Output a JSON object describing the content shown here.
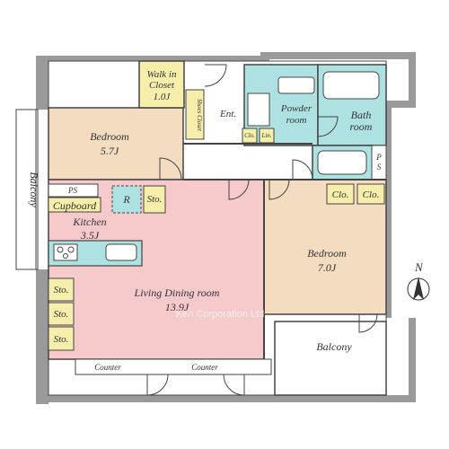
{
  "rooms": {
    "walk_in_closet": {
      "name_line1": "Walk in",
      "name_line2": "Closet",
      "size": "1.0J"
    },
    "shoes_closet": {
      "name": "Shoes Closet"
    },
    "entrance": {
      "name": "Ent."
    },
    "powder_room": {
      "name_line1": "Powder",
      "name_line2": "room"
    },
    "bath_room": {
      "name_line1": "Bath",
      "name_line2": "room"
    },
    "clo_small_1": {
      "name": "Clo."
    },
    "clo_small_2": {
      "name": "Lin."
    },
    "ps_right": {
      "line1": "P",
      "line2": "S"
    },
    "bedroom_1": {
      "name": "Bedroom",
      "size": "5.7J"
    },
    "balcony_left": {
      "name": "Balcony"
    },
    "ps_left": {
      "name": "PS"
    },
    "refrigerator": {
      "name": "R"
    },
    "storage_kitchen": {
      "name": "Sto."
    },
    "cupboard": {
      "name": "Cupboard"
    },
    "kitchen": {
      "name": "Kitchen",
      "size": "3.5J"
    },
    "clo_bed2_1": {
      "name": "Clo."
    },
    "clo_bed2_2": {
      "name": "Clo."
    },
    "bedroom_2": {
      "name": "Bedroom",
      "size": "7.0J"
    },
    "living_dining": {
      "name": "Living Dining room",
      "size": "13.9J"
    },
    "sto_1": {
      "name": "Sto."
    },
    "sto_2": {
      "name": "Sto."
    },
    "sto_3": {
      "name": "Sto."
    },
    "balcony_right": {
      "name": "Balcony"
    },
    "counter_1": {
      "name": "Counter"
    },
    "counter_2": {
      "name": "Counter"
    }
  },
  "compass": {
    "label": "N"
  },
  "watermark": {
    "text": "Ken Corporation Ltd"
  },
  "colors": {
    "wall": "#9a9a9a",
    "bedroom": "#f3dcbf",
    "living": "#f6c9cb",
    "wet": "#aee2e2",
    "storage": "#f6eeaa",
    "floor": "#ffffff",
    "line": "#444444"
  }
}
